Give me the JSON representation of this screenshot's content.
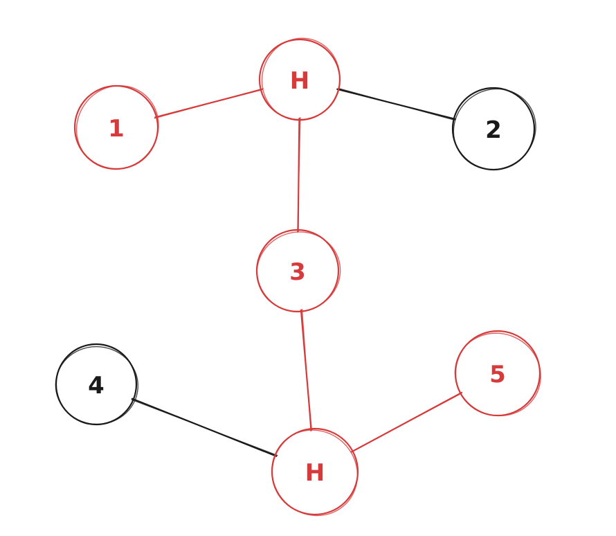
{
  "colors": {
    "highlight": "#d73a3a",
    "normal": "#1a1a1a"
  },
  "nodes": [
    {
      "id": "h_top",
      "label": "H",
      "highlighted": true
    },
    {
      "id": "n1",
      "label": "1",
      "highlighted": true
    },
    {
      "id": "n2",
      "label": "2",
      "highlighted": false
    },
    {
      "id": "n3",
      "label": "3",
      "highlighted": true
    },
    {
      "id": "n4",
      "label": "4",
      "highlighted": false
    },
    {
      "id": "n5",
      "label": "5",
      "highlighted": true
    },
    {
      "id": "h_bottom",
      "label": "H",
      "highlighted": true
    }
  ],
  "edges": [
    {
      "from": "h_top",
      "to": "n1",
      "highlighted": true
    },
    {
      "from": "h_top",
      "to": "n2",
      "highlighted": false
    },
    {
      "from": "h_top",
      "to": "n3",
      "highlighted": true
    },
    {
      "from": "n3",
      "to": "h_bottom",
      "highlighted": true
    },
    {
      "from": "h_bottom",
      "to": "n4",
      "highlighted": false
    },
    {
      "from": "h_bottom",
      "to": "n5",
      "highlighted": true
    }
  ]
}
